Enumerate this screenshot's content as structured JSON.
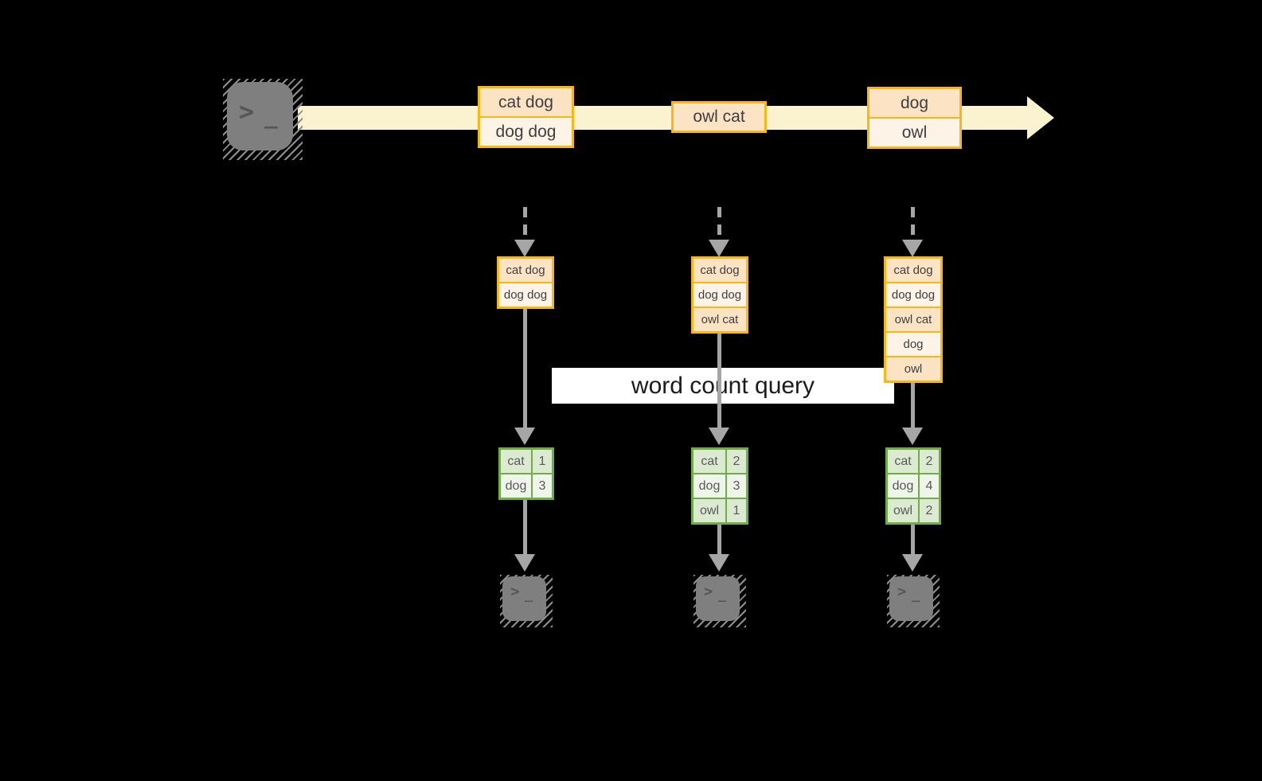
{
  "colors": {
    "background": "#000000",
    "stream_fill": "#fbf2cf",
    "box_border": "#f7b717",
    "box_fill_dark": "#fbe3c4",
    "box_fill_light": "#fdf3e7",
    "table_border": "#70ad47",
    "table_fill_dark": "#dcead2",
    "table_fill_light": "#f0f5ec",
    "arrow_gray": "#a6a6a6",
    "terminal_gray": "#7f7f7f",
    "label_background": "#ffffff",
    "label_text": "#1a1a1a"
  },
  "terminal": {
    "prompt": ">",
    "cursor": "_"
  },
  "stream": {
    "batches": [
      {
        "rows": [
          "cat dog",
          "dog dog"
        ]
      },
      {
        "rows": [
          "owl cat"
        ]
      },
      {
        "rows": [
          "dog",
          "owl"
        ]
      }
    ]
  },
  "query_label": "word count query",
  "columns": [
    {
      "buffer": [
        "cat dog",
        "dog dog"
      ],
      "counts": [
        {
          "word": "cat",
          "count": "1"
        },
        {
          "word": "dog",
          "count": "3"
        }
      ]
    },
    {
      "buffer": [
        "cat dog",
        "dog dog",
        "owl cat"
      ],
      "counts": [
        {
          "word": "cat",
          "count": "2"
        },
        {
          "word": "dog",
          "count": "3"
        },
        {
          "word": "owl",
          "count": "1"
        }
      ]
    },
    {
      "buffer": [
        "cat dog",
        "dog dog",
        "owl cat",
        "dog",
        "owl"
      ],
      "counts": [
        {
          "word": "cat",
          "count": "2"
        },
        {
          "word": "dog",
          "count": "4"
        },
        {
          "word": "owl",
          "count": "2"
        }
      ]
    }
  ]
}
